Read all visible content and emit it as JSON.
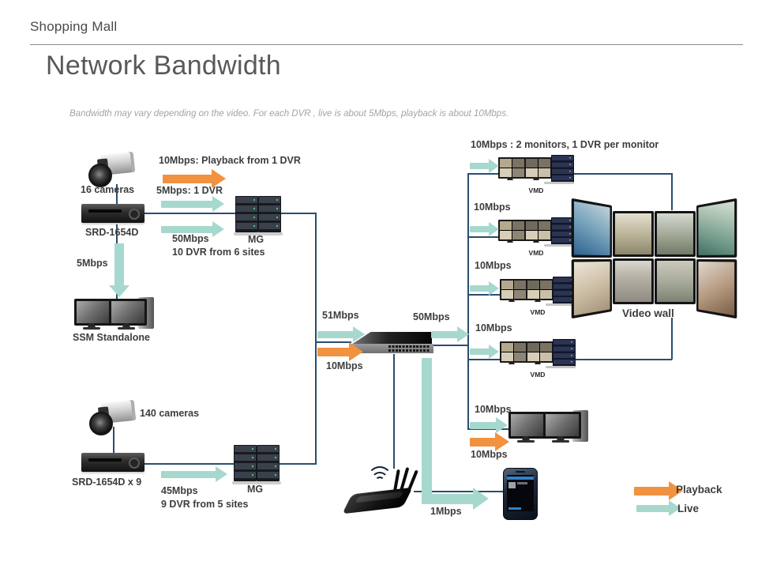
{
  "header": {
    "label": "Shopping Mall"
  },
  "title": "Network Bandwidth",
  "subtitle": "Bandwidth may vary depending on the video. For each DVR ,  live is about 5Mbps, playback is about 10Mbps.",
  "colors": {
    "live_arrow": "#a6d8ce",
    "playback_arrow": "#f0923f",
    "connector_line": "#2b4d6e"
  },
  "site_top": {
    "camera_count": "16 cameras",
    "dvr_model": "SRD-1654D",
    "playback_flow": "10Mbps: Playback from 1 DVR",
    "live_flow_single": "5Mbps: 1 DVR",
    "live_flow_total": "50Mbps",
    "live_flow_total_detail": "10 DVR from 6 sites",
    "mg_label": "MG",
    "ssm_flow": "5Mbps",
    "ssm_label": "SSM Standalone"
  },
  "site_bottom": {
    "camera_count": "140 cameras",
    "dvr_model": "SRD-1654D x 9",
    "live_flow_total": "45Mbps",
    "live_flow_total_detail": "9 DVR from 5 sites",
    "mg_label": "MG"
  },
  "switch_flows": {
    "inbound": "51Mbps",
    "outbound": "50Mbps",
    "playback": "10Mbps"
  },
  "vmd": {
    "rows": [
      {
        "label": "10Mbps : 2 monitors, 1 DVR per monitor",
        "name": "VMD"
      },
      {
        "label": "10Mbps",
        "name": "VMD"
      },
      {
        "label": "10Mbps",
        "name": "VMD"
      },
      {
        "label": "10Mbps",
        "name": "VMD"
      }
    ],
    "video_wall_label": "Video wall"
  },
  "client_station": {
    "live_flow": "10Mbps",
    "playback_flow": "10Mbps"
  },
  "mobile": {
    "flow": "1Mbps"
  },
  "legend": {
    "playback": "Playback",
    "live": "Live"
  }
}
